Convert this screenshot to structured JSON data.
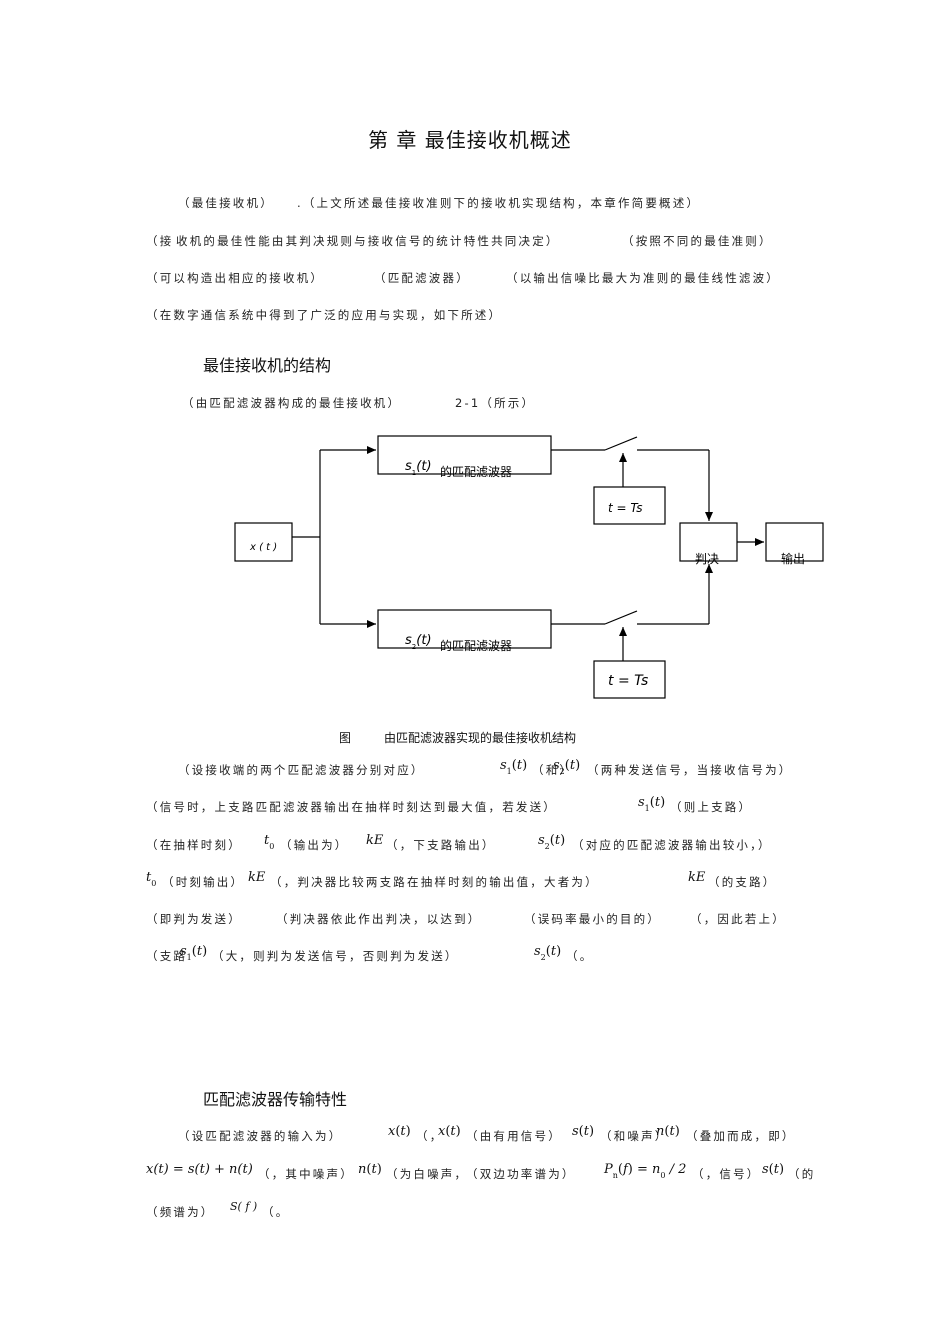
{
  "title": "第 章 最佳接收机概述",
  "para1": {
    "l1a": "（最佳接收机）",
    "l1b": ".（上文所述最佳接收准则下的接收机实现结构，本章作简要概述）",
    "l2a": "（接",
    "l2b": "收机的最佳性能由其判决规则与接收信号的统计特性共同决定）",
    "l2c": "（按照不同的最佳准则）",
    "l3a": "（可以构造出相应的接收机）",
    "l3b": "（匹配滤波器）",
    "l3c": "（以输出信噪比最大为准则的最佳线性滤波）",
    "l4": "（在数字通信系统中得到了广泛的应用与实现，如下所述）"
  },
  "section1": {
    "heading": "最佳接收机的结构",
    "intro_a": "（由匹配滤波器构成的最佳接收机）",
    "intro_b": "2-1（所示）"
  },
  "diagram": {
    "input_label": "x ( t )",
    "filter1_label": "的匹配滤波器",
    "filter2_label": "的匹配滤波器",
    "sampler1_label": "t = Ts",
    "sampler2_label": "t = Ts",
    "decision_label": "判决",
    "output_label": "输出"
  },
  "figure_caption": {
    "prefix": "图",
    "text": "由匹配滤波器实现的最佳接收机结构"
  },
  "para2": {
    "l1a": "（设接收端的两个匹配滤波器分别对应）",
    "l1b": "（和）",
    "l1c": "（两种发送信号，当接收信号为）",
    "l2a": "（信号时，上支路匹配滤波器输出在抽样时刻达到最大值，若发送）",
    "l2b": "（则上支路）",
    "l3a": "（在抽样时刻）",
    "l3b": "（输出为）",
    "l3c": "（，下支路输出）",
    "l3d": "（对应的匹配滤波器输出较小，）",
    "l4a": "（时刻输出）",
    "l4b": "（，判决器比较两支路在抽样时刻的输出值，大者为）",
    "l4c": "（的支路）",
    "l5a": "（即判为发送）",
    "l5b": "（判决器依此作出判决，以达到）",
    "l5c": "（误码率最小的目的）",
    "l5d": "（，因此若上）",
    "l6a": "（支路",
    "l6b": "（大，则判为发送信号，否则判为发送）",
    "l6c": "（。"
  },
  "section2": {
    "heading": "匹配滤波器传输特性",
    "l1a": "（设匹配滤波器的输入为）",
    "l1b": "（，",
    "l1c": "（由有用信号）",
    "l1d": "（和噪声）",
    "l1e": "（叠加而成，即）",
    "l2a": "（，其中噪声）",
    "l2b": "（为白噪声，",
    "l2c": "（双边功率谱为）",
    "l2d": "（，信号）",
    "l2e": "（的",
    "l3a": "（频谱为）",
    "l3b": "（。"
  },
  "math": {
    "x": "x",
    "t": "t",
    "s": "s",
    "n": "n",
    "kE": "kE",
    "S_of_f": "S( f )",
    "sub1": "1",
    "sub2": "2",
    "sub0": "0",
    "subn": "n",
    "eq_x": "x(t) = s(t) + n(t)",
    "eq_P": "= n",
    "eq_P_tail": "/ 2"
  }
}
